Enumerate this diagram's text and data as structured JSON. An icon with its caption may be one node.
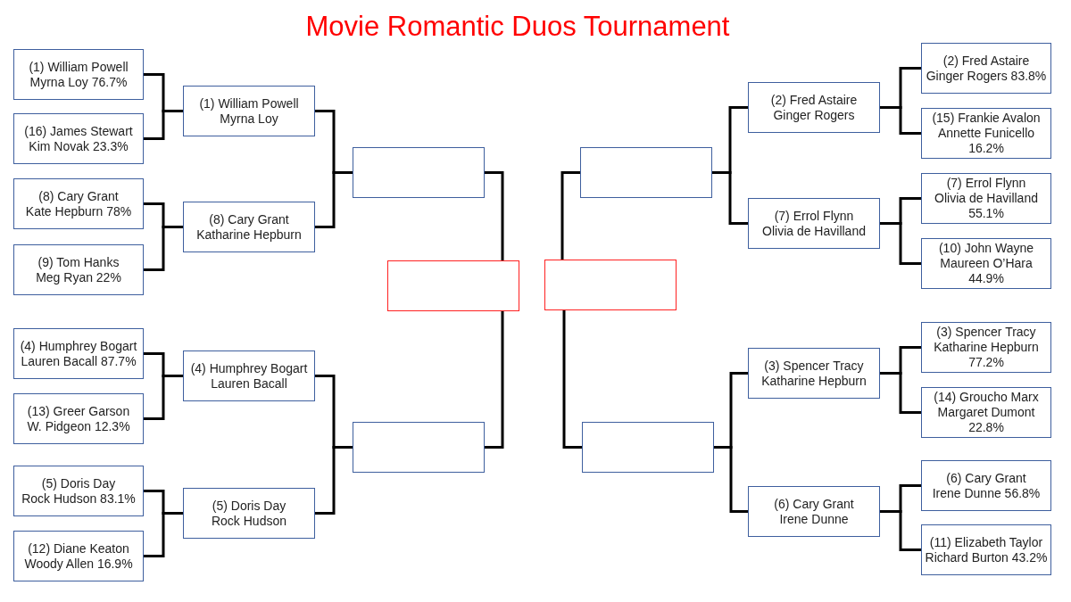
{
  "diagram": {
    "title": "Movie Romantic Duos Tournament",
    "nodes": [
      {
        "text": [
          "(1) William Powell",
          "Myrna Loy 76.7%"
        ]
      },
      {
        "text": [
          "(16) James Stewart",
          "Kim Novak 23.3%"
        ]
      },
      {
        "text": [
          "(8) Cary Grant",
          "Kate Hepburn 78%"
        ]
      },
      {
        "text": [
          "(9) Tom Hanks",
          "Meg Ryan 22%"
        ]
      },
      {
        "text": [
          "(4) Humphrey Bogart",
          "Lauren Bacall 87.7%"
        ]
      },
      {
        "text": [
          "(13) Greer Garson",
          "W. Pidgeon 12.3%"
        ]
      },
      {
        "text": [
          "(5) Doris Day",
          "Rock Hudson 83.1%"
        ]
      },
      {
        "text": [
          "(12) Diane Keaton",
          "Woody Allen 16.9%"
        ]
      },
      {
        "text": [
          "(1) William Powell",
          "Myrna Loy"
        ]
      },
      {
        "text": [
          "(8) Cary Grant",
          "Katharine Hepburn"
        ]
      },
      {
        "text": [
          "(4) Humphrey Bogart",
          "Lauren Bacall"
        ]
      },
      {
        "text": [
          "(5) Doris Day",
          "Rock Hudson"
        ]
      },
      {
        "text": [],
        "shape": "box"
      },
      {
        "text": [],
        "shape": "box"
      },
      {
        "text": [],
        "shape": "box"
      },
      {
        "text": [],
        "shape": "box"
      },
      {
        "text": [],
        "shape": "box"
      },
      {
        "text": [],
        "shape": "box"
      },
      {
        "text": [
          "(2) Fred Astaire",
          "Ginger Rogers"
        ]
      },
      {
        "text": [
          "(7) Errol Flynn",
          "Olivia de Havilland"
        ]
      },
      {
        "text": [
          "(3) Spencer Tracy",
          "Katharine Hepburn"
        ]
      },
      {
        "text": [
          "(6) Cary Grant",
          "Irene Dunne"
        ]
      },
      {
        "text": [
          "(2) Fred Astaire",
          "Ginger Rogers 83.8%"
        ]
      },
      {
        "text": [
          "(15) Frankie Avalon",
          "Annette Funicello 16.2%"
        ]
      },
      {
        "text": [
          "(7) Errol Flynn",
          "Olivia de Havilland 55.1%"
        ]
      },
      {
        "text": [
          "(10) John Wayne",
          "Maureen O’Hara 44.9%"
        ]
      },
      {
        "text": [
          "(3) Spencer Tracy",
          "Katharine Hepburn 77.2%"
        ]
      },
      {
        "text": [
          "(14) Groucho Marx",
          "Margaret Dumont 22.8%"
        ]
      },
      {
        "text": [
          "(6) Cary Grant",
          "Irene Dunne 56.8%"
        ]
      },
      {
        "text": [
          "(11) Elizabeth Taylor",
          "Richard Burton 43.2%"
        ]
      }
    ],
    "edges": [
      {
        "from": 0,
        "to": 8,
        "arrow": "none"
      },
      {
        "from": 1,
        "to": 8,
        "arrow": "none"
      },
      {
        "from": 2,
        "to": 9,
        "arrow": "none"
      },
      {
        "from": 3,
        "to": 9,
        "arrow": "none"
      },
      {
        "from": 4,
        "to": 10,
        "arrow": "none"
      },
      {
        "from": 5,
        "to": 10,
        "arrow": "none"
      },
      {
        "from": 6,
        "to": 11,
        "arrow": "none"
      },
      {
        "from": 7,
        "to": 11,
        "arrow": "none"
      },
      {
        "from": 8,
        "to": 12,
        "arrow": "none"
      },
      {
        "from": 9,
        "to": 12,
        "arrow": "none"
      },
      {
        "from": 10,
        "to": 13,
        "arrow": "none"
      },
      {
        "from": 11,
        "to": 13,
        "arrow": "none"
      },
      {
        "from": 12,
        "to": 14,
        "arrow": "none"
      },
      {
        "from": 13,
        "to": 14,
        "arrow": "none"
      },
      {
        "from": 16,
        "to": 15,
        "arrow": "none"
      },
      {
        "from": 17,
        "to": 15,
        "arrow": "none"
      },
      {
        "from": 18,
        "to": 16,
        "arrow": "none"
      },
      {
        "from": 19,
        "to": 16,
        "arrow": "none"
      },
      {
        "from": 20,
        "to": 17,
        "arrow": "none"
      },
      {
        "from": 21,
        "to": 17,
        "arrow": "none"
      },
      {
        "from": 22,
        "to": 18,
        "arrow": "none"
      },
      {
        "from": 23,
        "to": 18,
        "arrow": "none"
      },
      {
        "from": 24,
        "to": 19,
        "arrow": "none"
      },
      {
        "from": 25,
        "to": 19,
        "arrow": "none"
      },
      {
        "from": 26,
        "to": 20,
        "arrow": "none"
      },
      {
        "from": 27,
        "to": 20,
        "arrow": "none"
      },
      {
        "from": 28,
        "to": 21,
        "arrow": "none"
      },
      {
        "from": 29,
        "to": 21,
        "arrow": "none"
      }
    ]
  }
}
